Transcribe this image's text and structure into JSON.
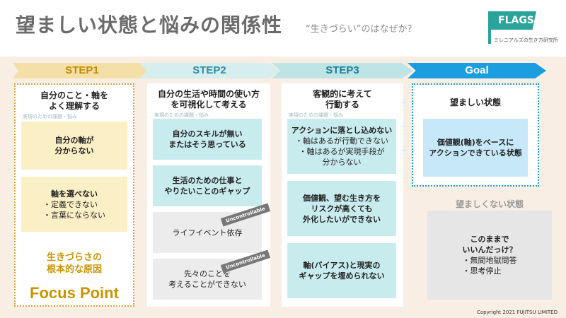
{
  "header": {
    "title": "望ましい状態と悩みの関係性",
    "subtitle": "“生きづらい”のはなぜか？"
  },
  "logo": {
    "name": "FLAGS",
    "tagline": "ミレニアルズの生き方研究所"
  },
  "steps": [
    {
      "label": "STEP1"
    },
    {
      "label": "STEP2"
    },
    {
      "label": "STEP3"
    },
    {
      "label": "Goal"
    }
  ],
  "step1": {
    "heading": "自分のこと・軸を\nよく理解する",
    "caption": "実現のための課題・悩み",
    "box1": "自分の軸が\n分からない",
    "box2_title": "軸を選べない",
    "box2_items": "・定義できない\n・言葉にならない",
    "root": "生きづらさの\n根本的な原因",
    "focus": "Focus Point"
  },
  "step2": {
    "heading": "自分の生活や時間の使い方\nを可視化して考える",
    "caption": "実現のための課題・悩み",
    "box1": "自分のスキルが無い\nまたはそう思っている",
    "box2": "生活のための仕事と\nやりたいことのギャップ",
    "box3": "ライフイベント依存",
    "box4": "先々のことを\n考えることができない",
    "uncontrollable": "Uncontrollable"
  },
  "step3": {
    "heading": "客観的に考えて\n行動する",
    "caption": "実現のための課題・悩み",
    "box1_title": "アクションに落とし込めない",
    "box1_items": "・軸はあるが行動できない\n・軸はあるが実現手段が\n分からない",
    "box2": "価値観、望む生き方を\nリスクが高くても\n外化したいができない",
    "box3": "軸(バイアス)と現実の\nギャップを埋められない"
  },
  "goal": {
    "heading": "望ましい状態",
    "box": "価値観(軸)をベースに\nアクションできている状態",
    "bad_heading": "望ましくない状態",
    "bad_title": "このままで\nいいんだっけ？",
    "bad_items": "・無間地獄問答\n・思考停止"
  },
  "footer": {
    "copyright": "Copyright 2021 FUJITSU LIMITED"
  },
  "colors": {
    "step1": "#c99400",
    "step2": "#2c8ea0",
    "goal": "#1a9ee0",
    "logo": "#2aa39a"
  }
}
